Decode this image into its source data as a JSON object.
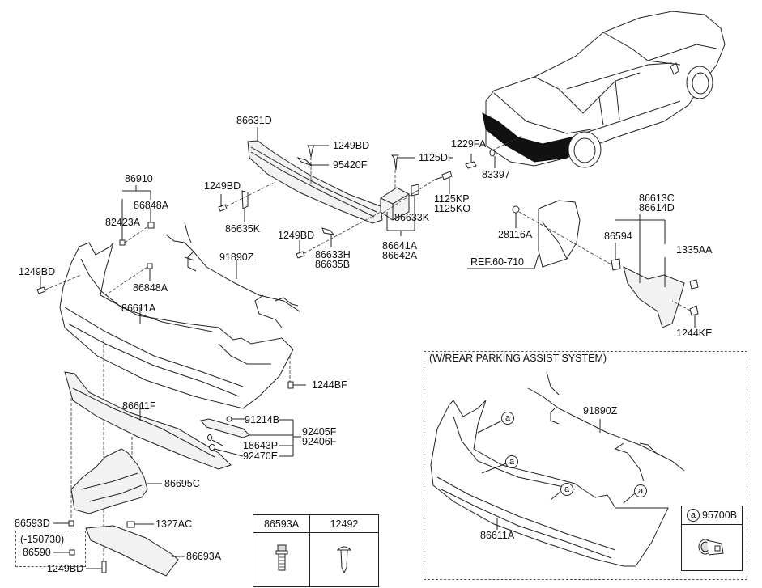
{
  "diagram": {
    "title": "Rear Bumper Parts Diagram",
    "labels": {
      "p86631D": "86631D",
      "p1249BD_top": "1249BD",
      "p95420F": "95420F",
      "p1125DF": "1125DF",
      "p1229FA": "1229FA",
      "p83397": "83397",
      "p1125KP": "1125KP",
      "p1125KO": "1125KO",
      "p86633K": "86633K",
      "p86641A": "86641A",
      "p86642A": "86642A",
      "p1249BD_left_bracket": "1249BD",
      "p86635K": "86635K",
      "p1249BD_mid": "1249BD",
      "p86633H": "86633H",
      "p86635B": "86635B",
      "p86910": "86910",
      "p86848A_top": "86848A",
      "p82423A": "82423A",
      "p1249BD_left": "1249BD",
      "p86848A_mid": "86848A",
      "p91890Z": "91890Z",
      "p86611A": "86611A",
      "p1244BF": "1244BF",
      "p86611F": "86611F",
      "p91214B": "91214B",
      "p92405F": "92405F",
      "p92406F": "92406F",
      "p18643P": "18643P",
      "p92470E": "92470E",
      "p86695C": "86695C",
      "p86593D": "86593D",
      "p1327AC": "1327AC",
      "p150730": "(-150730)",
      "p86590": "86590",
      "p86693A": "86693A",
      "p1249BD_bottom": "1249BD",
      "p86613C": "86613C",
      "p86614D": "86614D",
      "p28116A": "28116A",
      "p86594": "86594",
      "p1335AA": "1335AA",
      "ref": "REF.60-710",
      "p1244KE": "1244KE"
    },
    "parking_assist": {
      "title": "(W/REAR PARKING ASSIST SYSTEM)",
      "harness": "91890Z",
      "bumper": "86611A",
      "callout": "a",
      "sensor_callout": "a",
      "sensor_part": "95700B"
    },
    "fastener_table": {
      "headers": [
        "86593A",
        "12492"
      ],
      "icons": [
        "bolt-with-washer-icon",
        "screw-icon"
      ]
    }
  }
}
